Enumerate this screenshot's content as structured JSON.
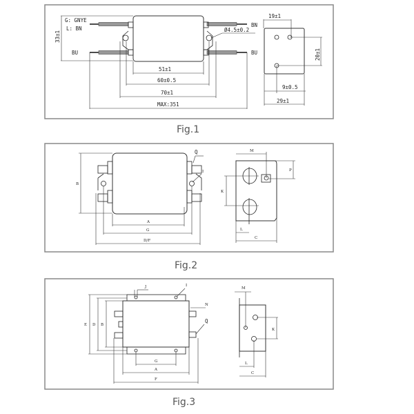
{
  "fig1": {
    "caption": "Fig.1",
    "wire_legend_g": "G: GNYE",
    "wire_legend_l": "L: BN",
    "label_bn": "BN",
    "label_bu_left": "BU",
    "label_bu_right": "BU",
    "height": "33±1",
    "hole": "Ø4.5±0.2",
    "dim_51": "51±1",
    "dim_60": "60±0.5",
    "dim_70": "70±1",
    "dim_max": "MAX:351",
    "side_19": "19±1",
    "side_20": "20±1",
    "side_9": "9±0.5",
    "side_29": "29±1"
  },
  "fig2": {
    "caption": "Fig.2",
    "B": "B",
    "Q": "Q",
    "I": "I",
    "A": "A",
    "G": "G",
    "DF": "D/F",
    "M": "M",
    "P": "P",
    "K": "K",
    "L": "L",
    "C": "C"
  },
  "fig3": {
    "caption": "Fig.3",
    "J": "J",
    "I": "I",
    "N": "N",
    "Q": "Q",
    "E": "E",
    "D": "D",
    "B": "B",
    "G": "G",
    "A": "A",
    "F": "F",
    "M": "M",
    "K": "K",
    "L": "L",
    "C": "C"
  }
}
